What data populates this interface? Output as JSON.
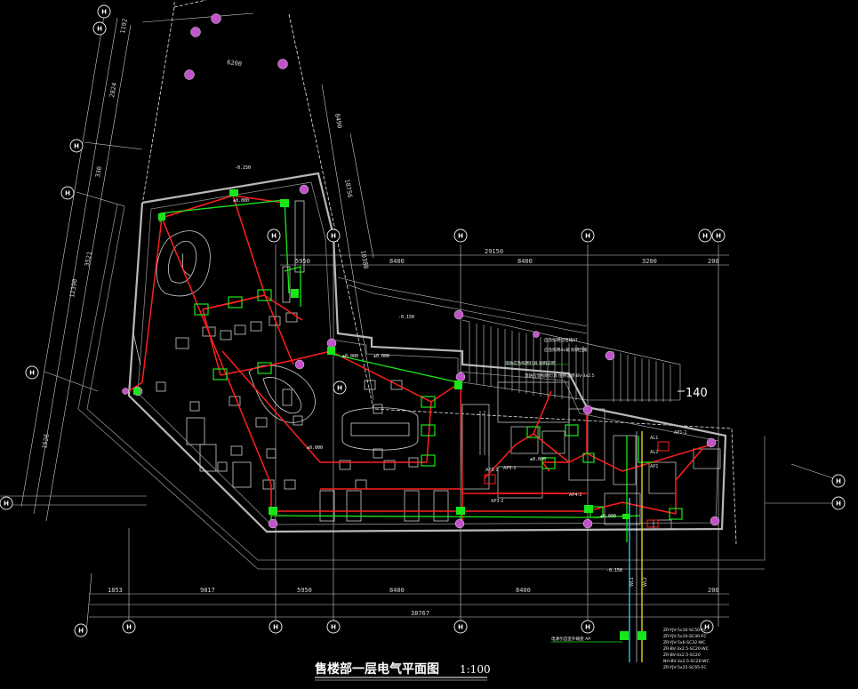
{
  "drawing": {
    "title": "售楼部一层电气平面图",
    "scale": "1:100",
    "stair_mark": "140"
  },
  "axis_bubble_label": "H",
  "dims_bottom": [
    "1853",
    "9817",
    "5950",
    "8400",
    "8400",
    "200"
  ],
  "dim_bottom_total": "38767",
  "dims_top": [
    "5950",
    "8400",
    "8400",
    "3200",
    "200"
  ],
  "dim_top_total": "29150",
  "dims_left": [
    "1192",
    "2824",
    "330",
    "3521",
    "1526"
  ],
  "dim_left_total": "12390",
  "dims_mid": [
    "8490",
    "18756",
    "10388"
  ],
  "dim_small": "6200",
  "level_labels": [
    "-0.150",
    "±0.000",
    "±0.000",
    "-0.150",
    "±0.000",
    "±0.000",
    "±0.000",
    "±0.000",
    "-0.150"
  ],
  "panels": [
    "AL1",
    "AL2",
    "AP1",
    "AP1-1",
    "AP3-1",
    "AP3-2",
    "AP4-2",
    "AP5-1"
  ],
  "notes": [
    "应急照明配电箱AT",
    "应急照明AL箱 照明回路",
    "消防应急照明灯具 图例说明",
    "消防应急照明灯具 图例说明 BV-3x2.5"
  ],
  "riser_labels": [
    "WL1",
    "WL2"
  ],
  "legend_lines": [
    "ZR-YJV-5x16-SC50-FC",
    "ZR-YJV-5x10-SC40-FC",
    "ZR-YJV-5x6-SC32-WC",
    "ZR-BV-3x2.5-SC20-WC",
    "ZR-BV-4x2.5-SC20",
    "NH-BV-3x2.5-SC20-WC",
    "ZR-YJV-5x25-SC65-FC"
  ],
  "legend_label": "电源引自室外箱变 AP",
  "colors": {
    "background": "#000000",
    "wall": "#b0b0b0",
    "wire_red": "#ff1f1f",
    "wire_green": "#19e619",
    "fixture": "#c054c8",
    "cyan": "#28d8f0",
    "yellow": "#f0e020"
  }
}
